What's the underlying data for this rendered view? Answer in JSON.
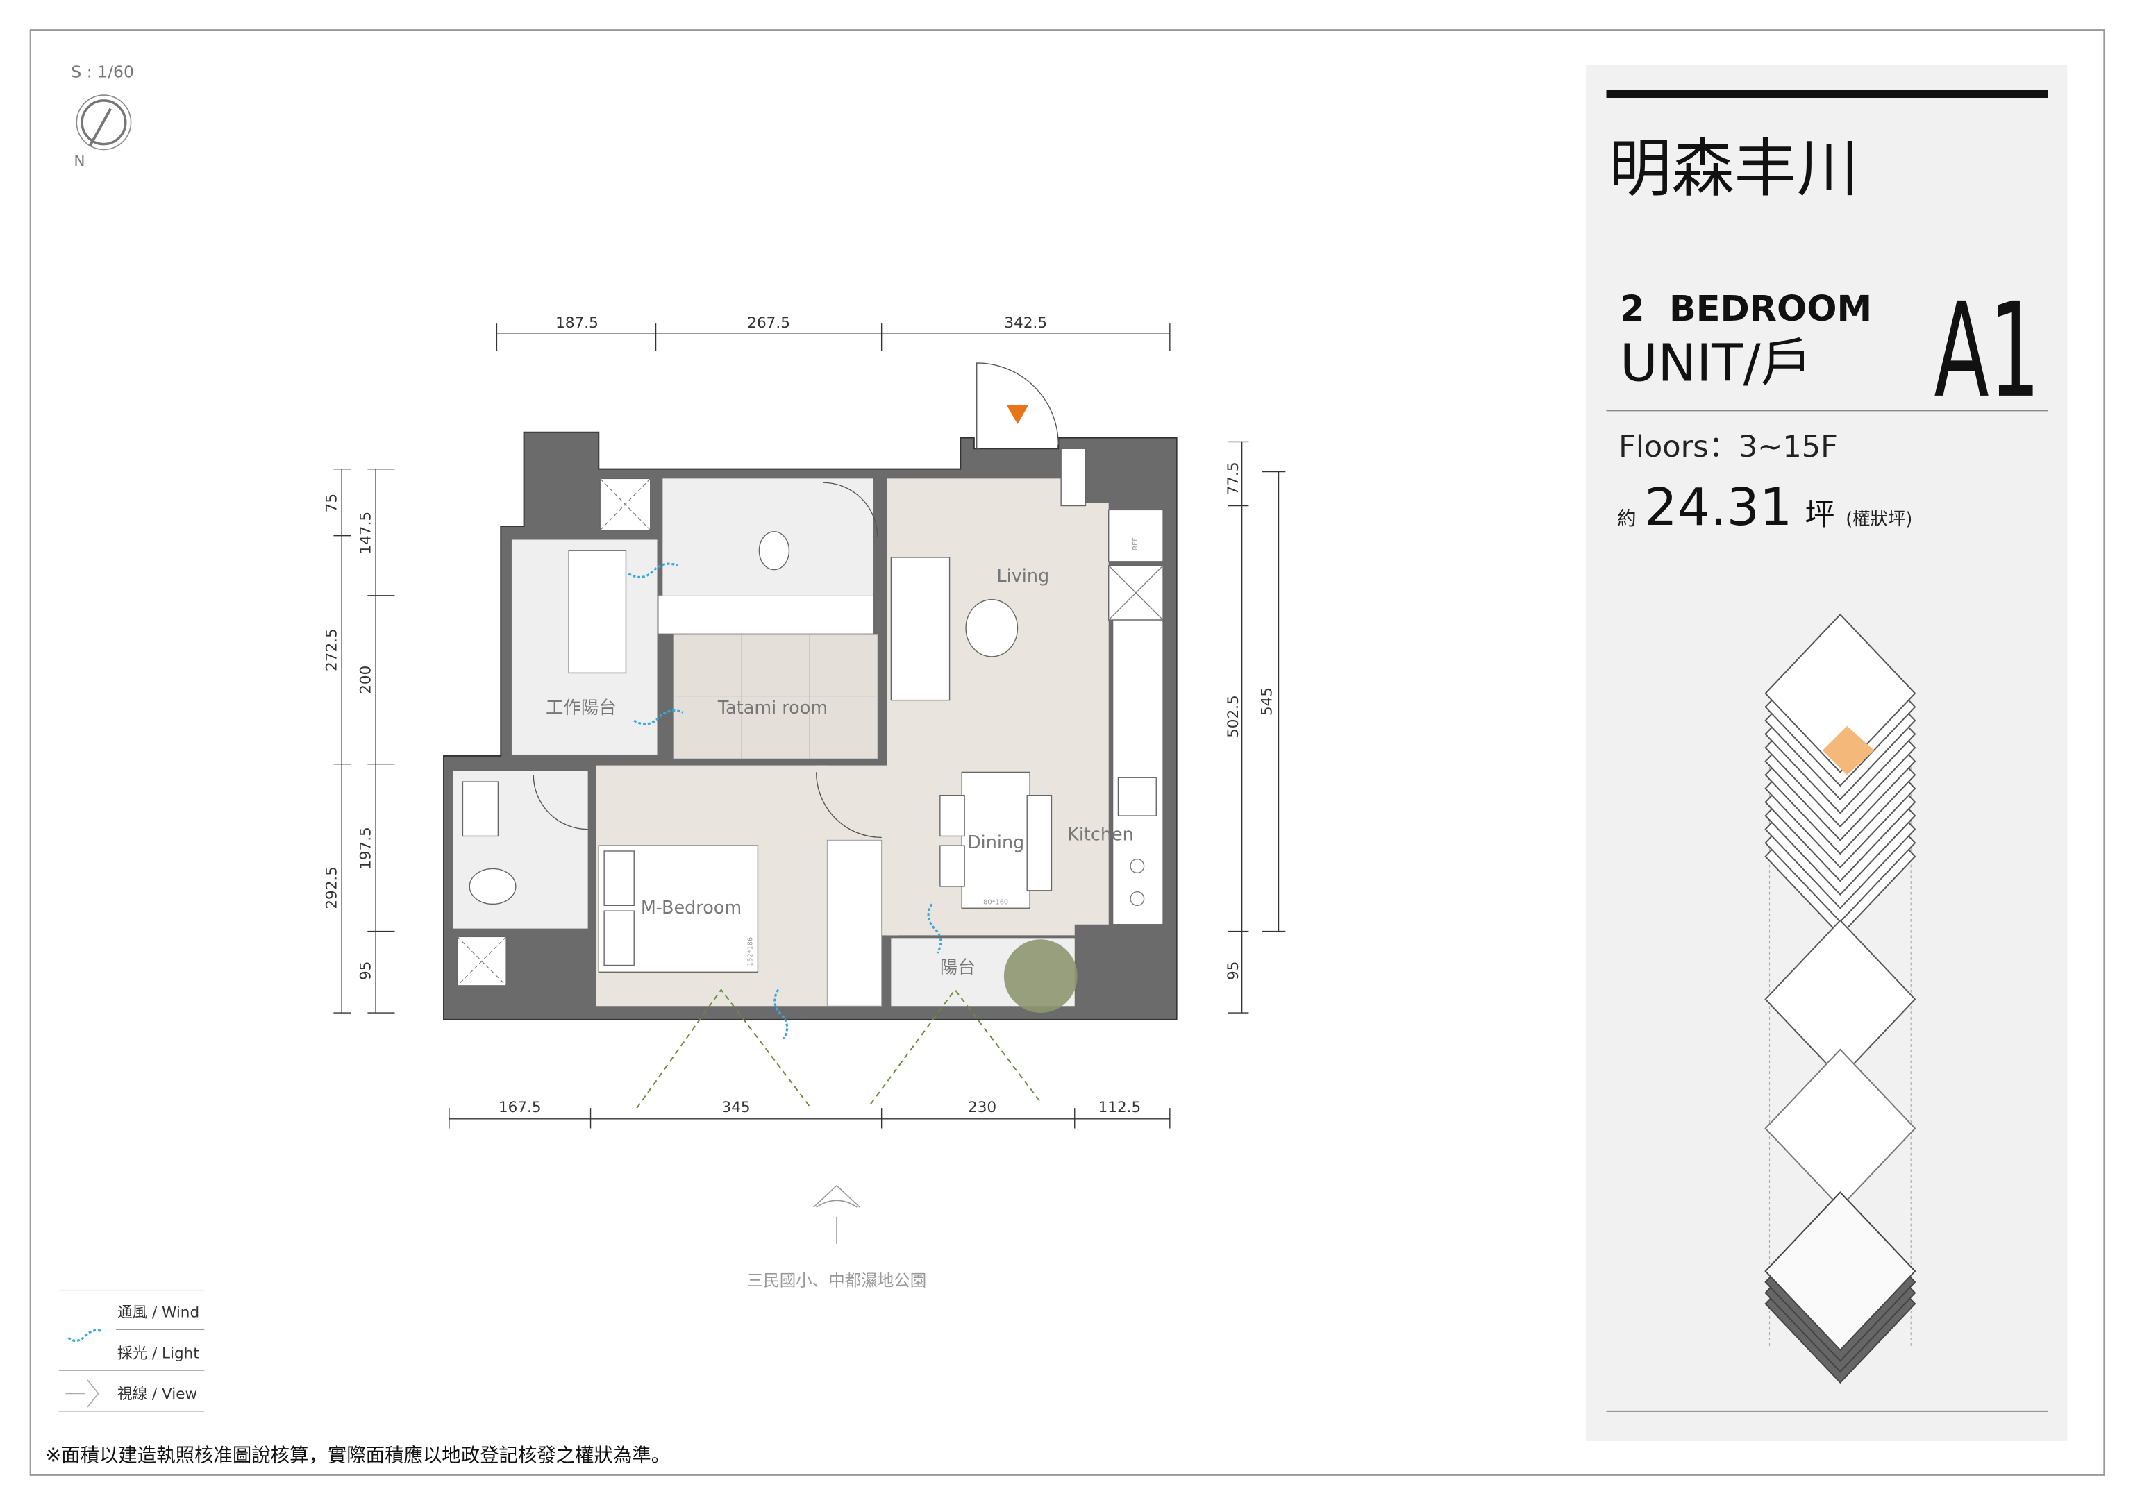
{
  "scale": "S : 1/60",
  "compass": {
    "north_label": "N"
  },
  "title_panel": {
    "project_name": "明森丰川",
    "bedroom": "2  BEDROOM",
    "unit": "UNIT/戶",
    "unit_code": "A1",
    "floors": "Floors：3~15F",
    "area_prefix": "約",
    "area_value": "24.31",
    "area_unit": "坪",
    "area_note": "(權狀坪)",
    "highlight_color": "#f4b97a"
  },
  "dims": {
    "top": [
      "187.5",
      "267.5",
      "342.5"
    ],
    "bottom": [
      "167.5",
      "345",
      "230",
      "112.5"
    ],
    "left_outer": [
      "75",
      "272.5",
      "292.5"
    ],
    "left_inner": [
      "147.5",
      "200",
      "197.5",
      "95"
    ],
    "right_inner": [
      "77.5",
      "502.5",
      "95"
    ],
    "right_outer": [
      "545"
    ]
  },
  "rooms": {
    "living": "Living",
    "tatami": "Tatami room",
    "work_balcony": "工作陽台",
    "bedroom": "M-Bedroom",
    "bed_size": "152*186",
    "dining": "Dining",
    "table_size": "80*160",
    "kitchen": "Kitchen",
    "balcony": "陽台",
    "fridge": "REF"
  },
  "view_target": "三民國小、中都濕地公園",
  "legend": [
    {
      "label": "通風 / Wind",
      "icon": "wind-icon",
      "color": "#3aa7dc"
    },
    {
      "label": "採光 / Light",
      "icon": "light-icon"
    },
    {
      "label": "視線 / View",
      "icon": "view-icon"
    }
  ],
  "footnote": "※面積以建造執照核准圖說核算，實際面積應以地政登記核發之權狀為準。",
  "colors": {
    "entry_arrow": "#e8731a",
    "wall": "#6b6b6b",
    "panel": "#f1f1f1"
  }
}
